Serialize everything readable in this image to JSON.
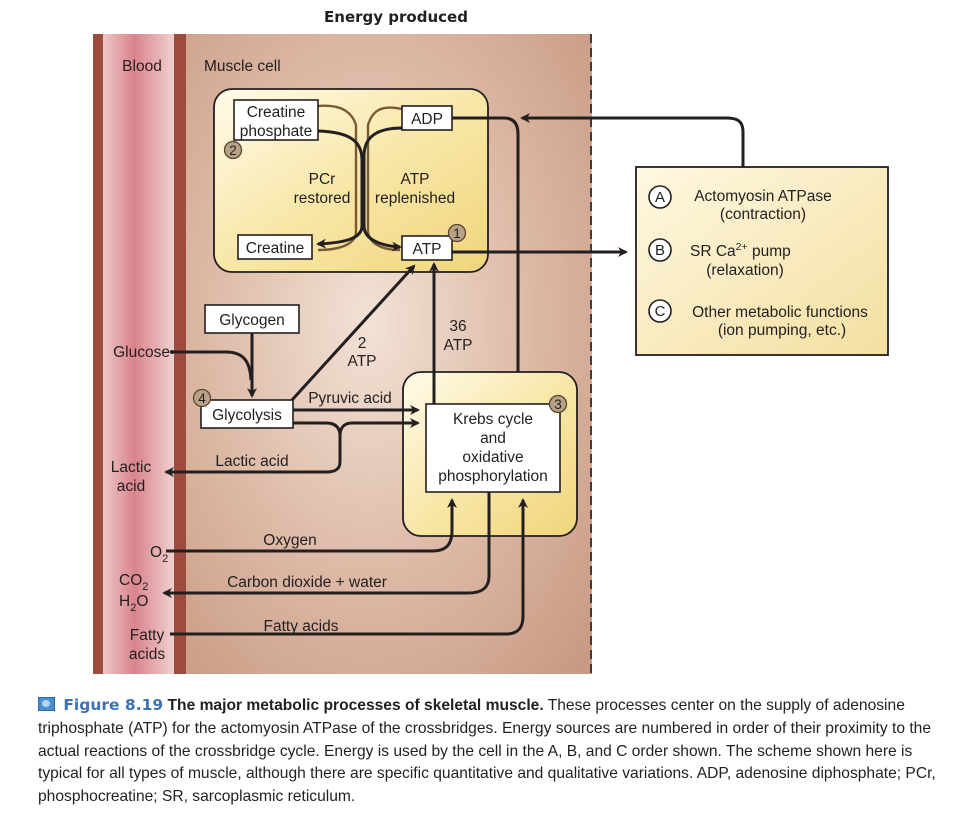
{
  "header": {
    "energy_produced": "Energy produced"
  },
  "regions": {
    "blood": "Blood",
    "muscle_cell": "Muscle cell"
  },
  "phosphagen_box": {
    "creatine_phosphate_line1": "Creatine",
    "creatine_phosphate_line2": "phosphate",
    "adp": "ADP",
    "creatine": "Creatine",
    "atp": "ATP",
    "pcr_restored_line1": "PCr",
    "pcr_restored_line2": "restored",
    "atp_replenished_line1": "ATP",
    "atp_replenished_line2": "replenished",
    "marker_1": "1",
    "marker_2": "2"
  },
  "glycolysis": {
    "glycogen": "Glycogen",
    "glycolysis": "Glycolysis",
    "marker_4": "4",
    "atp_yield_line1": "2",
    "atp_yield_line2": "ATP",
    "pyruvic_acid": "Pyruvic acid",
    "lactic_acid": "Lactic acid"
  },
  "krebs": {
    "line1": "Krebs cycle",
    "line2": "and",
    "line3": "oxidative",
    "line4": "phosphorylation",
    "marker_3": "3",
    "atp_yield_line1": "36",
    "atp_yield_line2": "ATP"
  },
  "blood_labels": {
    "glucose": "Glucose",
    "lactic_acid_line1": "Lactic",
    "lactic_acid_line2": "acid",
    "o2": "O",
    "o2_sub": "2",
    "co2": "CO",
    "co2_sub": "2",
    "h2o_h": "H",
    "h2o_sub": "2",
    "h2o_o": "O",
    "fatty_acids_line1": "Fatty",
    "fatty_acids_line2": "acids"
  },
  "flows": {
    "oxygen": "Oxygen",
    "co2_water": "Carbon dioxide + water",
    "fatty_acids": "Fatty acids"
  },
  "usage_box": {
    "items": [
      {
        "letter": "A",
        "line1": "Actomyosin ATPase",
        "line2": "(contraction)"
      },
      {
        "letter": "B",
        "line1_pre": "SR Ca",
        "line1_sup": "2+",
        "line1_post": " pump",
        "line2": "(relaxation)"
      },
      {
        "letter": "C",
        "line1": "Other metabolic functions",
        "line2": "(ion pumping, etc.)"
      }
    ]
  },
  "caption": {
    "figure_number": "Figure 8.19",
    "title": "The major metabolic processes of skeletal muscle.",
    "body": "These processes center on the supply of adenosine triphosphate (ATP) for the actomyosin ATPase of the crossbridges. Energy sources are numbered in order of their proximity to the actual reactions of the crossbridge cycle. Energy is used by the cell in the A, B, and C order shown. The scheme shown here is typical for all types of muscle, although there are specific quantitative and qualitative variations. ADP, adenosine diphosphate; PCr, phosphocreatine; SR, sarcoplasmic reticulum."
  },
  "colors": {
    "blood_wall": "#9c4b3c",
    "blood_fill": "#e3a4a8",
    "cell_fill": "#d2a894",
    "energy_box": "#f6e3a0",
    "figure_accent": "#3d72b5"
  }
}
